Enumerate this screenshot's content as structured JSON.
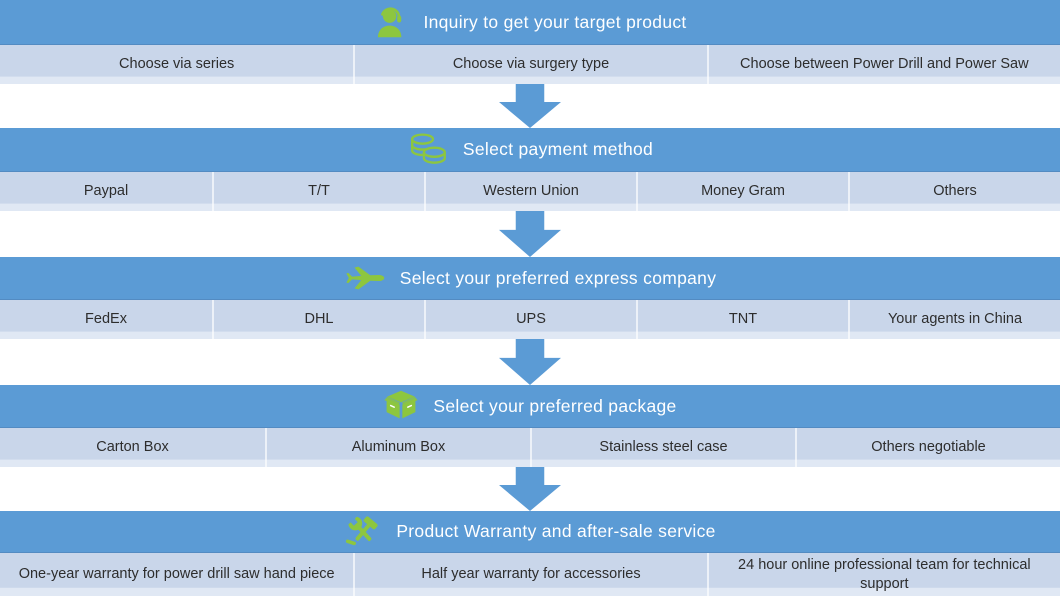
{
  "colors": {
    "header_blue": "#5b9bd5",
    "row_blue": "#c9d6ea",
    "row_blue_light": "#e0e8f4",
    "arrow_blue": "#5b9bd5",
    "icon_green": "#8dc63f",
    "header_text": "#ffffff",
    "option_text": "#2d2d2d"
  },
  "sections": [
    {
      "title": "Inquiry to get your target product",
      "icon": "support-agent-icon",
      "options": [
        "Choose via series",
        "Choose via surgery type",
        "Choose between Power Drill and Power Saw"
      ]
    },
    {
      "title": "Select payment method",
      "icon": "coins-icon",
      "options": [
        "Paypal",
        "T/T",
        "Western Union",
        "Money Gram",
        "Others"
      ]
    },
    {
      "title": "Select your preferred express company",
      "icon": "airplane-icon",
      "options": [
        "FedEx",
        "DHL",
        "UPS",
        "TNT",
        "Your agents in China"
      ]
    },
    {
      "title": "Select your preferred package",
      "icon": "package-box-icon",
      "options": [
        "Carton Box",
        "Aluminum Box",
        "Stainless steel case",
        "Others negotiable"
      ]
    },
    {
      "title": "Product Warranty and after-sale service",
      "icon": "crossed-tools-icon",
      "options": [
        "One-year warranty for power drill saw hand piece",
        "Half year warranty for accessories",
        "24 hour online professional team for technical support"
      ]
    }
  ]
}
